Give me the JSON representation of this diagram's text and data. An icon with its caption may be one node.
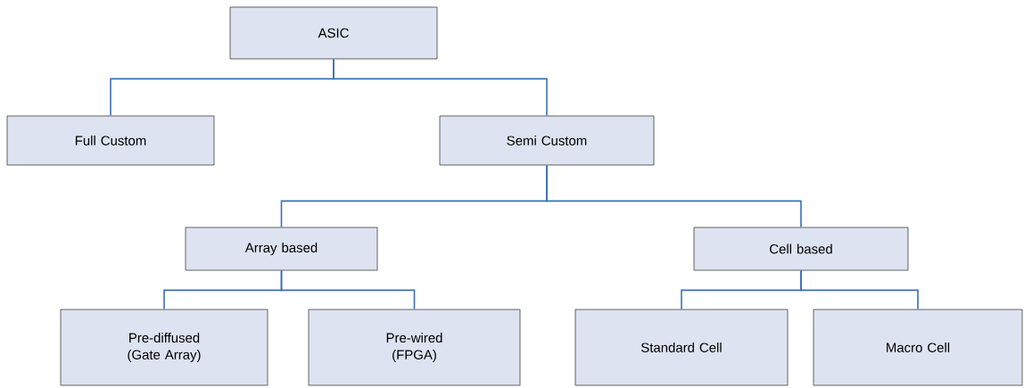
{
  "diagram": {
    "nodes": [
      {
        "text": [
          "ASIC"
        ]
      },
      {
        "text": [
          "Full Custom"
        ]
      },
      {
        "text": [
          "Semi Custom"
        ]
      },
      {
        "text": [
          "Array based"
        ]
      },
      {
        "text": [
          "Cell based"
        ]
      },
      {
        "text": [
          "Pre-diffused (Gate Array)"
        ]
      },
      {
        "text": [
          "Pre-wired (FPGA)"
        ]
      },
      {
        "text": [
          "Standard Cell"
        ]
      },
      {
        "text": [
          "Macro Cell"
        ]
      }
    ],
    "edges": [
      {
        "from": 0,
        "to": 1,
        "arrow": "none"
      },
      {
        "from": 0,
        "to": 2,
        "arrow": "none"
      },
      {
        "from": 2,
        "to": 3,
        "arrow": "none"
      },
      {
        "from": 2,
        "to": 4,
        "arrow": "none"
      },
      {
        "from": 3,
        "to": 5,
        "arrow": "none"
      },
      {
        "from": 3,
        "to": 6,
        "arrow": "none"
      },
      {
        "from": 4,
        "to": 7,
        "arrow": "none"
      },
      {
        "from": 4,
        "to": 8,
        "arrow": "none"
      }
    ]
  }
}
